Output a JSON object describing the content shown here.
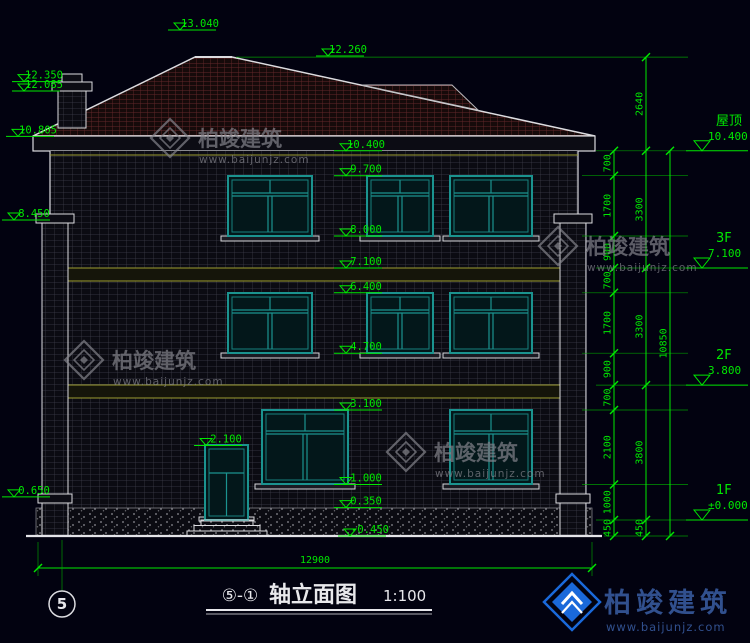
{
  "drawing": {
    "axis_bubble": "5",
    "title_axes": "⑤-①",
    "title": "轴立面图",
    "scale": "1:100",
    "bottom_width_dim": "12900"
  },
  "brand": {
    "name": "柏竣建筑",
    "url": "www.baijunjz.com"
  },
  "floor_labels": [
    {
      "name": "屋顶",
      "value": "10.400",
      "elev": 10.4
    },
    {
      "name": "3F",
      "value": "7.100",
      "elev": 7.1
    },
    {
      "name": "2F",
      "value": "3.800",
      "elev": 3.8
    },
    {
      "name": "1F",
      "value": "±0.000",
      "elev": 0.0
    }
  ],
  "elevation_marks": [
    "13.040",
    "12.350",
    "12.085",
    "10.805",
    "12.260",
    "8.450",
    "0.650",
    "2.100",
    "10.400",
    "9.700",
    "8.000",
    "7.100",
    "6.400",
    "4.700",
    "3.100",
    "1.000",
    "0.350",
    "-0.450"
  ],
  "dim_chains": {
    "inner": [
      "700",
      "1700",
      "900",
      "700",
      "1700",
      "900",
      "700",
      "2100",
      "1000",
      "450"
    ],
    "outer": [
      "2640",
      "3300",
      "3300",
      "3800",
      "450"
    ],
    "overall": "10850"
  }
}
